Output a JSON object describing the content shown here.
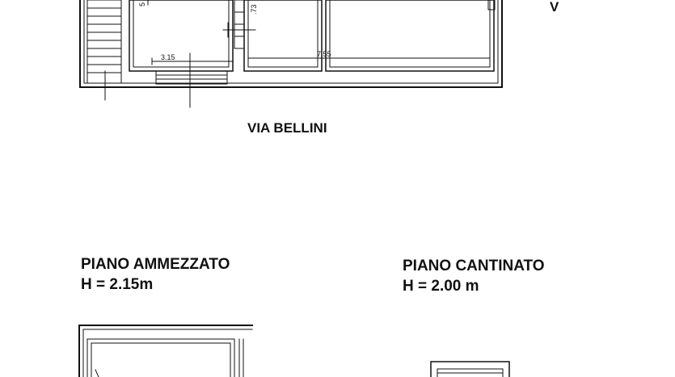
{
  "street_labels": {
    "bottom": "VIA BELLINI",
    "right_partial": "V"
  },
  "dimensions": {
    "d1": "3.15",
    "d2": "7.55",
    "d3": ".73",
    "d4": "5"
  },
  "floors": {
    "mezzanine": {
      "title": "PIANO AMMEZZATO",
      "height": "H = 2.15m"
    },
    "basement": {
      "title": "PIANO CANTINATO",
      "height": "H = 2.00 m"
    }
  }
}
